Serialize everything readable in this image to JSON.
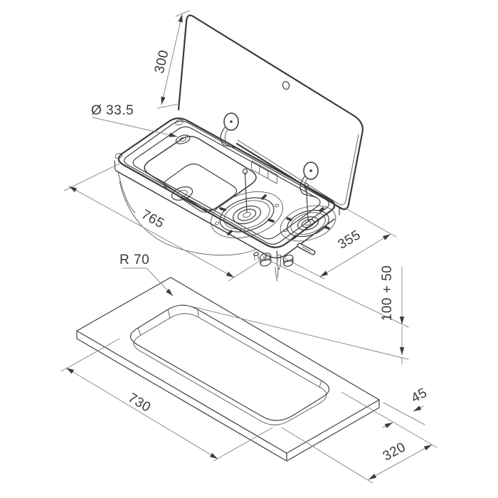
{
  "drawing": {
    "title": "Combination sink and two-burner hob unit with hinged glass lid - isometric installation drawing",
    "type": "technical-drawing",
    "colors": {
      "background": "#ffffff",
      "object_line": "#3a3a3a",
      "dimension_line": "#8d8d8d",
      "text": "#3b3b3b"
    },
    "dims": {
      "lid_length": "300",
      "tap_hole_diameter": "Ø 33.5",
      "unit_length": "765",
      "unit_width": "355",
      "install_clearance": "100 + 50",
      "cutout_corner_radius": "R 70",
      "cutout_length": "730",
      "cutout_edge_offset": "45",
      "cutout_width": "320"
    },
    "parts": {
      "glass_lid": "hinged glass lid shown open",
      "sink": "sink bowl with drain and tap hole",
      "burner_large": "large gas burner",
      "burner_small": "small gas burner",
      "hinges": "two lid hinges",
      "controls": "control knobs and igniter",
      "countertop": "worktop panel with rounded-corner cutout"
    }
  }
}
